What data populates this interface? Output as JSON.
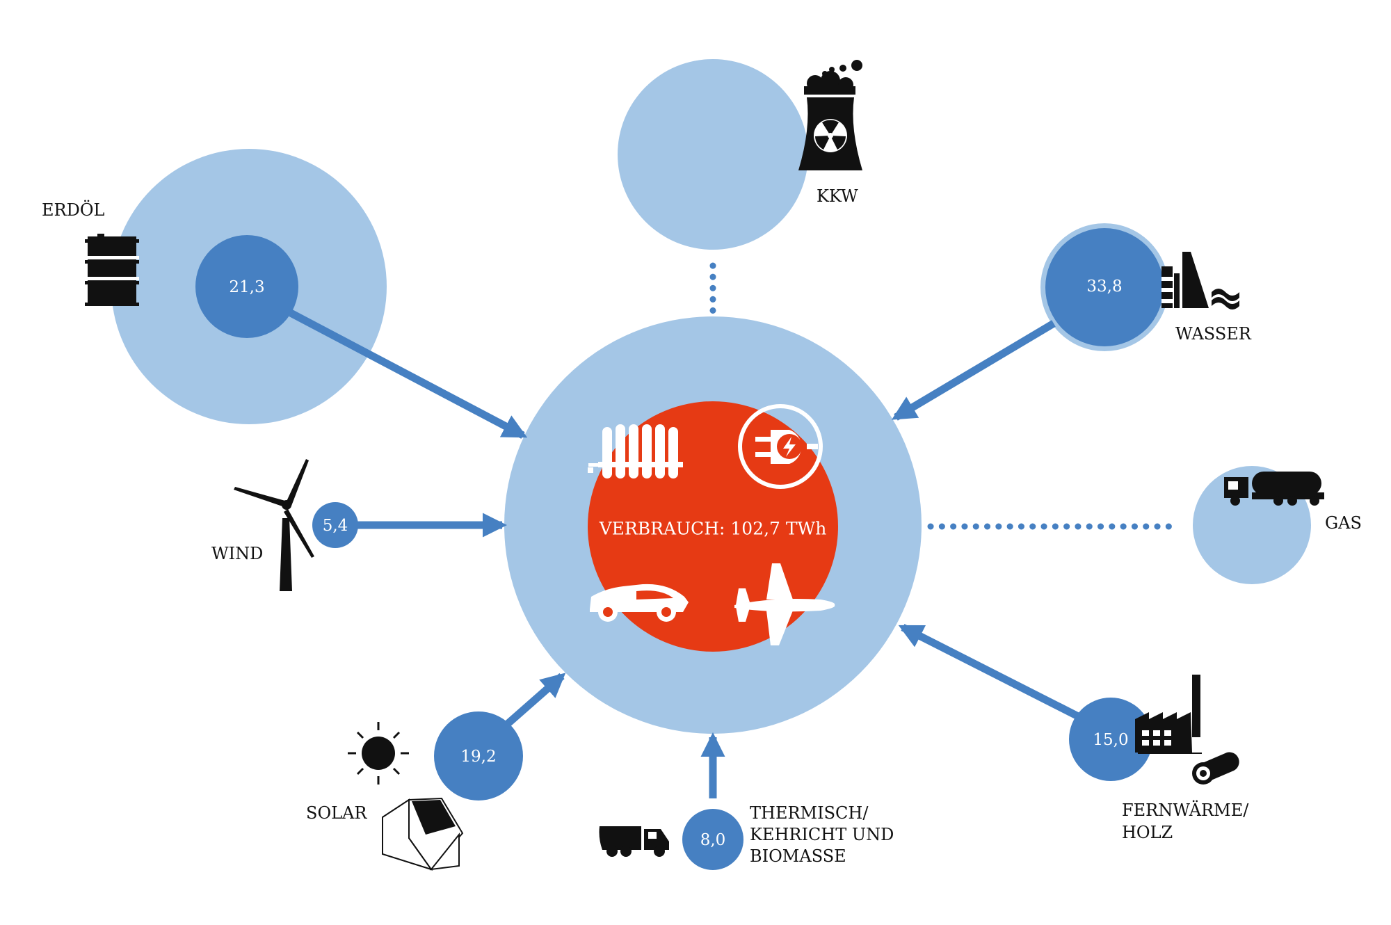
{
  "colors": {
    "light_blue": "#a4c6e6",
    "dark_blue": "#4680c2",
    "center_red": "#e63a14",
    "arrow_blue": "#4680c2",
    "icon_black": "#111111"
  },
  "center": {
    "label": "VERBRAUCH: 102,7 TWh",
    "icons": [
      "radiator-icon",
      "electric-plug-icon",
      "car-icon",
      "airplane-icon"
    ]
  },
  "sources": {
    "erdoel": {
      "label": "ERDÖL",
      "value": "21,3",
      "icon": "oil-barrel-icon",
      "connection": "arrow"
    },
    "kkw": {
      "label": "KKW",
      "value": "",
      "icon": "nuclear-plant-icon",
      "connection": "dotted"
    },
    "wasser": {
      "label": "WASSER",
      "value": "33,8",
      "icon": "hydro-dam-icon",
      "connection": "arrow"
    },
    "gas": {
      "label": "GAS",
      "value": "",
      "icon": "tanker-truck-icon",
      "connection": "dotted"
    },
    "fernwaerme": {
      "label_line1": "FERNWÄRME/",
      "label_line2": "HOLZ",
      "value": "15,0",
      "icon": "factory-logs-icon",
      "connection": "arrow"
    },
    "thermisch": {
      "label_line1": "THERMISCH/",
      "label_line2": "KEHRICHT UND",
      "label_line3": "BIOMASSE",
      "value": "8,0",
      "icon": "garbage-truck-icon",
      "connection": "arrow"
    },
    "solar": {
      "label": "SOLAR",
      "value": "19,2",
      "icon": "sun-solar-house-icon",
      "connection": "arrow"
    },
    "wind": {
      "label": "WIND",
      "value": "5,4",
      "icon": "wind-turbine-icon",
      "connection": "arrow"
    }
  }
}
